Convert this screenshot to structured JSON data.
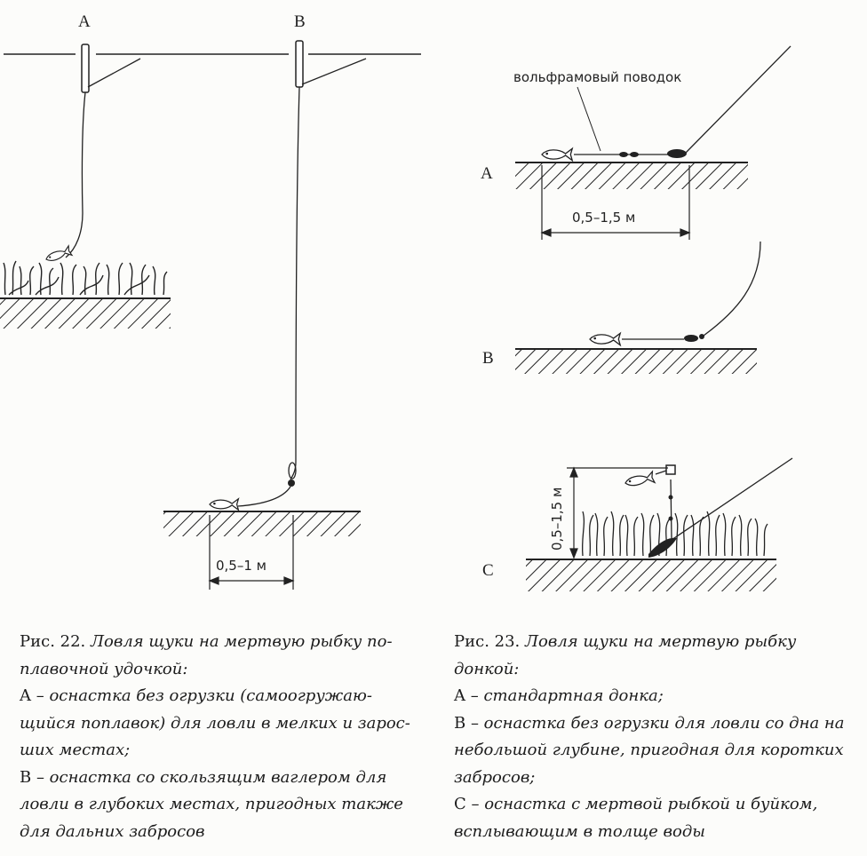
{
  "fig22": {
    "label_a": "A",
    "label_b": "B",
    "dim_label": "0,5–1 м"
  },
  "fig23": {
    "leader_label": "вольфрамовый поводок",
    "label_a": "A",
    "label_b": "B",
    "label_c": "C",
    "dim_label_a": "0,5–1,5 м",
    "dim_label_c": "0,5–1,5 м"
  },
  "caption22": {
    "number": "Рис. 22.",
    "title": "Ловля щуки на мертвую рыбку по­плавочной удочкой:",
    "items": [
      {
        "key": "A – ",
        "text": "оснастка без огрузки (самоогружаю­щийся поплавок) для ловли в мелких и зарос­ших местах;"
      },
      {
        "key": "B – ",
        "text": "оснастка со скользящим ваглером для ловли в глубоких местах, пригодных также для дальних забросов"
      }
    ]
  },
  "caption23": {
    "number": "Рис. 23.",
    "title": "Ловля щуки на мертвую рыбку донкой:",
    "items": [
      {
        "key": "A – ",
        "text": "стандартная донка;"
      },
      {
        "key": "B – ",
        "text": "оснастка без огрузки для ловли со дна на небольшой глубине, пригодная для корот­ких забросов;"
      },
      {
        "key": "C – ",
        "text": "оснастка с мертвой рыбкой и буйком, всплывающим в толще воды"
      }
    ]
  }
}
